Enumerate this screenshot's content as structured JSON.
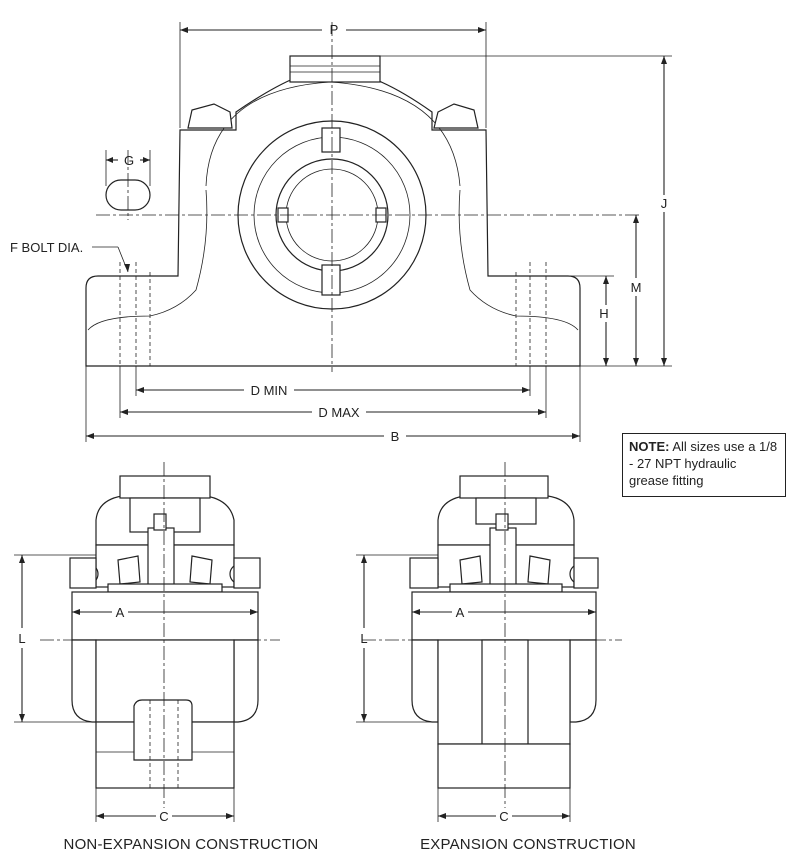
{
  "dimensions": {
    "p": "P",
    "g": "G",
    "f_bolt": "F BOLT DIA.",
    "j": "J",
    "m": "M",
    "h": "H",
    "d_min": "D MIN",
    "d_max": "D MAX",
    "b": "B",
    "a_left": "A",
    "a_right": "A",
    "l_left": "L",
    "l_right": "L",
    "c_left": "C",
    "c_right": "C"
  },
  "note": {
    "label": "NOTE:",
    "text": "All sizes use a 1/8 - 27 NPT hydraulic grease fitting"
  },
  "captions": {
    "left": "NON-EXPANSION CONSTRUCTION",
    "right": "EXPANSION CONSTRUCTION"
  }
}
